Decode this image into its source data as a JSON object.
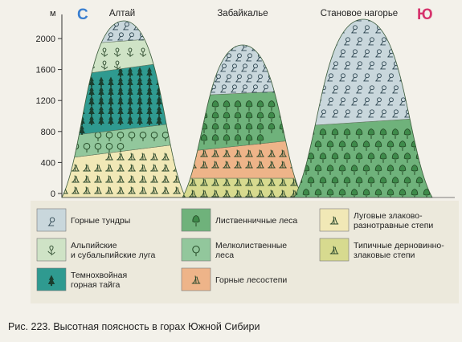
{
  "diagram": {
    "y_axis": {
      "unit": "м",
      "ticks": [
        "0",
        "400",
        "800",
        "1200",
        "1600",
        "2000"
      ],
      "tick_values": [
        0,
        400,
        800,
        1200,
        1600,
        2000
      ]
    },
    "direction": {
      "north": "С",
      "south": "Ю"
    },
    "mountains": [
      {
        "name": "Алтай"
      },
      {
        "name": "Забайкалье"
      },
      {
        "name": "Становое нагорье"
      }
    ],
    "legend": [
      {
        "key": "tundra",
        "label": "Горные тундры",
        "color": "#c9d7dc"
      },
      {
        "key": "larch",
        "label": "Лиственничные леса",
        "color": "#6fb27b"
      },
      {
        "key": "meadow_steppe",
        "label": "Луговые злаково-разнотравные степи",
        "color": "#f1e8b6"
      },
      {
        "key": "alpine",
        "label": "Альпийские и субальпийские луга",
        "color": "#cfe3c6"
      },
      {
        "key": "smallleaf",
        "label": "Мелколиственные леса",
        "color": "#92c79c"
      },
      {
        "key": "typical_steppe",
        "label": "Типичные дерновинно-злаковые степи",
        "color": "#d7da8f"
      },
      {
        "key": "taiga",
        "label": "Темнохвойная горная тайга",
        "color": "#2f9a90"
      },
      {
        "key": "forest_steppe",
        "label": "Горные лесостепи",
        "color": "#eeb489"
      }
    ],
    "legend_lines": {
      "tundra": [
        "Горные тундры"
      ],
      "larch": [
        "Лиственничные леса"
      ],
      "meadow_steppe": [
        "Луговые злаково-",
        "разнотравные степи"
      ],
      "alpine": [
        "Альпийские",
        "и субальпийские луга"
      ],
      "smallleaf": [
        "Мелколиственные",
        "леса"
      ],
      "typical_steppe": [
        "Типичные дерновинно-",
        "злаковые степи"
      ],
      "taiga": [
        "Темнохвойная",
        "горная тайга"
      ],
      "forest_steppe": [
        "Горные лесостепи"
      ]
    }
  },
  "caption": "Рис. 223. Высотная поясность в горах Южной Сибири"
}
